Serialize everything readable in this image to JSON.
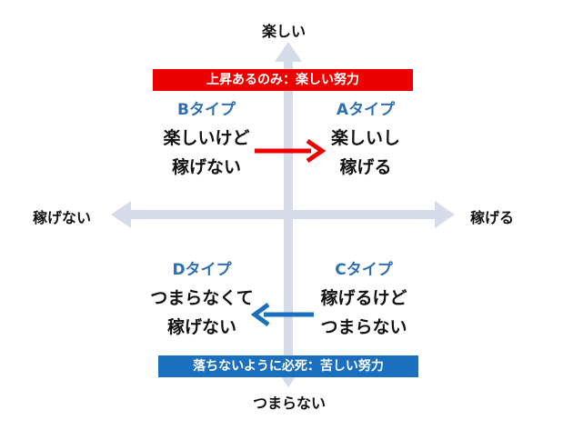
{
  "axes": {
    "top": "楽しい",
    "bottom": "つまらない",
    "left": "稼げない",
    "right": "稼げる"
  },
  "banners": {
    "top": "上昇あるのみ：楽しい努力",
    "bottom": "落ちないように必死：苦しい努力"
  },
  "quadrants": {
    "a": {
      "type": "Aタイプ",
      "line1": "楽しいし",
      "line2": "稼げる"
    },
    "b": {
      "type": "Bタイプ",
      "line1": "楽しいけど",
      "line2": "稼げない"
    },
    "c": {
      "type": "Cタイプ",
      "line1": "稼げるけど",
      "line2": "つまらない"
    },
    "d": {
      "type": "Dタイプ",
      "line1": "つまらなくて",
      "line2": "稼げない"
    }
  },
  "colors": {
    "axis": "#d5dbe8",
    "red": "#ee0000",
    "blue": "#1a6fbf",
    "type_label": "#2e6fb3"
  }
}
